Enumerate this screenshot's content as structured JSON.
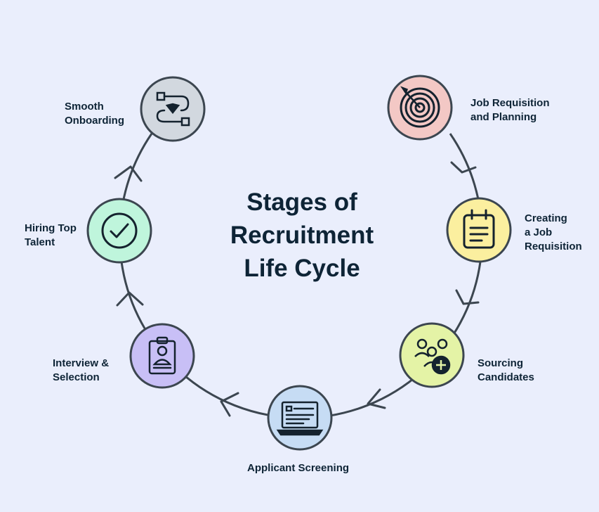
{
  "title": {
    "line1": "Stages of",
    "line2": "Recruitment",
    "line3": "Life Cycle"
  },
  "colors": {
    "background": "#eaeefc",
    "ring": "#3c4650",
    "text": "#0e2436"
  },
  "stages": [
    {
      "id": "job-requisition",
      "lines": [
        "Job Requisition",
        "and Planning"
      ],
      "fill": "#f3c8c5",
      "icon": "target-icon"
    },
    {
      "id": "creating-job-requisition",
      "lines": [
        "Creating",
        "a Job",
        "Requisition"
      ],
      "fill": "#fbef9f",
      "icon": "clipboard-icon"
    },
    {
      "id": "sourcing-candidates",
      "lines": [
        "Sourcing",
        "Candidates"
      ],
      "fill": "#e4f3a6",
      "icon": "users-add-icon"
    },
    {
      "id": "applicant-screening",
      "lines": [
        "Applicant Screening"
      ],
      "fill": "#c6dcf4",
      "icon": "laptop-screen-icon"
    },
    {
      "id": "interview-selection",
      "lines": [
        "Interview &",
        "Selection"
      ],
      "fill": "#c8bff6",
      "icon": "id-badge-icon"
    },
    {
      "id": "hiring-top-talent",
      "lines": [
        "Hiring Top",
        "Talent"
      ],
      "fill": "#bff5dc",
      "icon": "check-circle-icon"
    },
    {
      "id": "smooth-onboarding",
      "lines": [
        "Smooth",
        "Onboarding"
      ],
      "fill": "#d2d8df",
      "icon": "workflow-icon"
    }
  ]
}
